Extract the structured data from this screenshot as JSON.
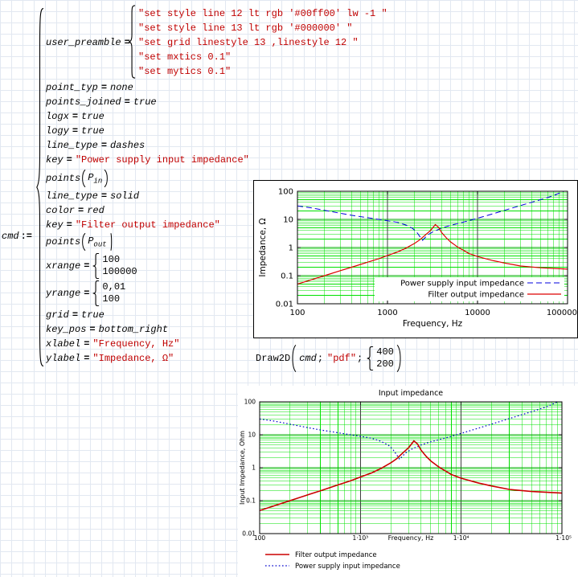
{
  "ops": {
    "def": ":=",
    "eq": "="
  },
  "cmd": {
    "lhs": "cmd",
    "user_preamble": {
      "name": "user_preamble",
      "strings": [
        "\"set style line 12 lt rgb '#00ff00' lw -1 \"",
        "\"set style line 13 lt rgb '#000000' \"",
        "\"set grid linestyle 13 ,linestyle 12 \"",
        "\"set mxtics 0.1\"",
        "\"set mytics 0.1\""
      ]
    },
    "rows": {
      "point_typ": {
        "name": "point_typ",
        "value": "none"
      },
      "points_joined": {
        "name": "points_joined",
        "value": "true"
      },
      "logx": {
        "name": "logx",
        "value": "true"
      },
      "logy": {
        "name": "logy",
        "value": "true"
      },
      "line_type1": {
        "name": "line_type",
        "value": "dashes"
      },
      "key1": {
        "name": "key",
        "value": "\"Power supply input impedance\""
      },
      "points_in": {
        "name": "points",
        "base": "P",
        "sub": "in"
      },
      "line_type2": {
        "name": "line_type",
        "value": "solid"
      },
      "color": {
        "name": "color",
        "value": "red"
      },
      "key2": {
        "name": "key",
        "value": "\"Filter output impedance\""
      },
      "points_out": {
        "name": "points",
        "base": "P",
        "sub": "out"
      },
      "xrange": {
        "name": "xrange",
        "values": [
          "100",
          "100000"
        ]
      },
      "yrange": {
        "name": "yrange",
        "values": [
          "0,01",
          "100"
        ]
      },
      "grid": {
        "name": "grid",
        "value": "true"
      },
      "key_pos": {
        "name": "key_pos",
        "value": "bottom_right"
      },
      "xlabel": {
        "name": "xlabel",
        "value": "\"Frequency, Hz\""
      },
      "ylabel": {
        "name": "ylabel",
        "value": "\"Impedance, Ω\""
      }
    }
  },
  "draw2d_call": {
    "fn": "Draw2D",
    "arg_cmd": "cmd",
    "sep1": ";",
    "format": "\"pdf\"",
    "sep2": ";",
    "size": [
      "400",
      "200"
    ]
  },
  "chart_data": [
    {
      "name": "draw2d-preview-plot",
      "type": "line",
      "xscale": "log",
      "yscale": "log",
      "xlim": [
        100,
        100000
      ],
      "ylim": [
        0.01,
        100
      ],
      "xlabel": "Frequency, Hz",
      "ylabel": "Impedance, Ω",
      "xticks": {
        "values": [
          100,
          1000,
          10000,
          100000
        ],
        "labels": [
          "100",
          "1000",
          "10000",
          "100000"
        ]
      },
      "yticks": {
        "values": [
          0.01,
          0.1,
          1,
          10,
          100
        ],
        "labels": [
          "0.01",
          "0.1",
          "1",
          "10",
          "100"
        ]
      },
      "grid": {
        "on": true,
        "minor_color": "#00e000",
        "major_x_color": "#404040",
        "major_y_color": "#00a800"
      },
      "legend": {
        "position": "inside_bottom_right",
        "entries": [
          {
            "label": "Power supply input impedance",
            "series": "psu"
          },
          {
            "label": "Filter output impedance",
            "series": "filter"
          }
        ]
      },
      "series": [
        {
          "id": "psu",
          "name": "Power supply input impedance",
          "color": "#0000dd",
          "style": "dashed",
          "width": 1,
          "points": [
            [
              100,
              30
            ],
            [
              140,
              26
            ],
            [
              200,
              21
            ],
            [
              300,
              16.5
            ],
            [
              400,
              14
            ],
            [
              600,
              11.5
            ],
            [
              800,
              10
            ],
            [
              1000,
              9
            ],
            [
              1300,
              7.8
            ],
            [
              1600,
              6.3
            ],
            [
              1900,
              4.8
            ],
            [
              2100,
              3.6
            ],
            [
              2300,
              2.4
            ],
            [
              2450,
              1.8
            ],
            [
              2600,
              2.2
            ],
            [
              2800,
              2.8
            ],
            [
              3200,
              3.6
            ],
            [
              4000,
              4.9
            ],
            [
              5000,
              6.1
            ],
            [
              7000,
              8
            ],
            [
              10000,
              11
            ],
            [
              15000,
              16
            ],
            [
              20000,
              21
            ],
            [
              30000,
              31
            ],
            [
              50000,
              50
            ],
            [
              70000,
              70
            ],
            [
              100000,
              115
            ]
          ]
        },
        {
          "id": "filter",
          "name": "Filter output impedance",
          "color": "#dd0000",
          "style": "solid",
          "width": 1.2,
          "points": [
            [
              100,
              0.05
            ],
            [
              140,
              0.07
            ],
            [
              200,
              0.1
            ],
            [
              300,
              0.15
            ],
            [
              400,
              0.2
            ],
            [
              600,
              0.3
            ],
            [
              800,
              0.4
            ],
            [
              1000,
              0.52
            ],
            [
              1300,
              0.7
            ],
            [
              1600,
              0.95
            ],
            [
              2000,
              1.4
            ],
            [
              2300,
              1.9
            ],
            [
              2600,
              2.7
            ],
            [
              3000,
              4.0
            ],
            [
              3400,
              6.5
            ],
            [
              3700,
              5.2
            ],
            [
              4000,
              3.4
            ],
            [
              4500,
              2.2
            ],
            [
              5000,
              1.6
            ],
            [
              6000,
              1.05
            ],
            [
              8000,
              0.62
            ],
            [
              10000,
              0.48
            ],
            [
              15000,
              0.34
            ],
            [
              20000,
              0.28
            ],
            [
              30000,
              0.22
            ],
            [
              50000,
              0.19
            ],
            [
              100000,
              0.17
            ]
          ]
        }
      ]
    },
    {
      "name": "pdf-output-plot",
      "type": "line",
      "title": "Input impedance",
      "xscale": "log",
      "yscale": "log",
      "xlim": [
        100,
        100000
      ],
      "ylim": [
        0.01,
        100
      ],
      "xlabel": "Frequency, Hz",
      "ylabel": "Input Impedance, Ohm",
      "xticks": {
        "values": [
          100,
          1000,
          10000,
          100000
        ],
        "labels": [
          "100",
          "1·10³",
          "1·10⁴",
          "1·10⁵"
        ]
      },
      "yticks": {
        "values": [
          0.01,
          0.1,
          1,
          10,
          100
        ],
        "labels": [
          "0.01",
          "0.1",
          "1",
          "10",
          "100"
        ]
      },
      "grid": {
        "on": true,
        "minor_color": "#00e000",
        "major_x_color": "#404040",
        "major_y_color": "#00a800"
      },
      "legend": {
        "position": "below_left",
        "entries": [
          {
            "label": "Filter output impedance",
            "series": "filter"
          },
          {
            "label": "Power supply input impedance",
            "series": "psu"
          }
        ]
      },
      "series": [
        {
          "id": "psu",
          "name": "Power supply input impedance",
          "color": "#0000cc",
          "style": "dotted",
          "width": 1.2,
          "points": [
            [
              100,
              30
            ],
            [
              140,
              26
            ],
            [
              200,
              21
            ],
            [
              300,
              16.5
            ],
            [
              400,
              14
            ],
            [
              600,
              11.5
            ],
            [
              800,
              10
            ],
            [
              1000,
              9
            ],
            [
              1300,
              7.8
            ],
            [
              1600,
              6.3
            ],
            [
              1900,
              4.8
            ],
            [
              2100,
              3.6
            ],
            [
              2300,
              2.4
            ],
            [
              2450,
              1.8
            ],
            [
              2600,
              2.2
            ],
            [
              2800,
              2.8
            ],
            [
              3200,
              3.6
            ],
            [
              4000,
              4.9
            ],
            [
              5000,
              6.1
            ],
            [
              7000,
              8
            ],
            [
              10000,
              11
            ],
            [
              15000,
              16
            ],
            [
              20000,
              21
            ],
            [
              30000,
              31
            ],
            [
              50000,
              50
            ],
            [
              70000,
              70
            ],
            [
              100000,
              115
            ]
          ]
        },
        {
          "id": "filter",
          "name": "Filter output impedance",
          "color": "#cc0000",
          "style": "solid",
          "width": 1.6,
          "points": [
            [
              100,
              0.05
            ],
            [
              140,
              0.07
            ],
            [
              200,
              0.1
            ],
            [
              300,
              0.15
            ],
            [
              400,
              0.2
            ],
            [
              600,
              0.3
            ],
            [
              800,
              0.4
            ],
            [
              1000,
              0.52
            ],
            [
              1300,
              0.7
            ],
            [
              1600,
              0.95
            ],
            [
              2000,
              1.4
            ],
            [
              2300,
              1.9
            ],
            [
              2600,
              2.7
            ],
            [
              3000,
              4.0
            ],
            [
              3400,
              6.5
            ],
            [
              3700,
              5.2
            ],
            [
              4000,
              3.4
            ],
            [
              4500,
              2.2
            ],
            [
              5000,
              1.6
            ],
            [
              6000,
              1.05
            ],
            [
              8000,
              0.62
            ],
            [
              10000,
              0.48
            ],
            [
              15000,
              0.34
            ],
            [
              20000,
              0.28
            ],
            [
              30000,
              0.22
            ],
            [
              50000,
              0.19
            ],
            [
              100000,
              0.17
            ]
          ]
        }
      ]
    }
  ]
}
